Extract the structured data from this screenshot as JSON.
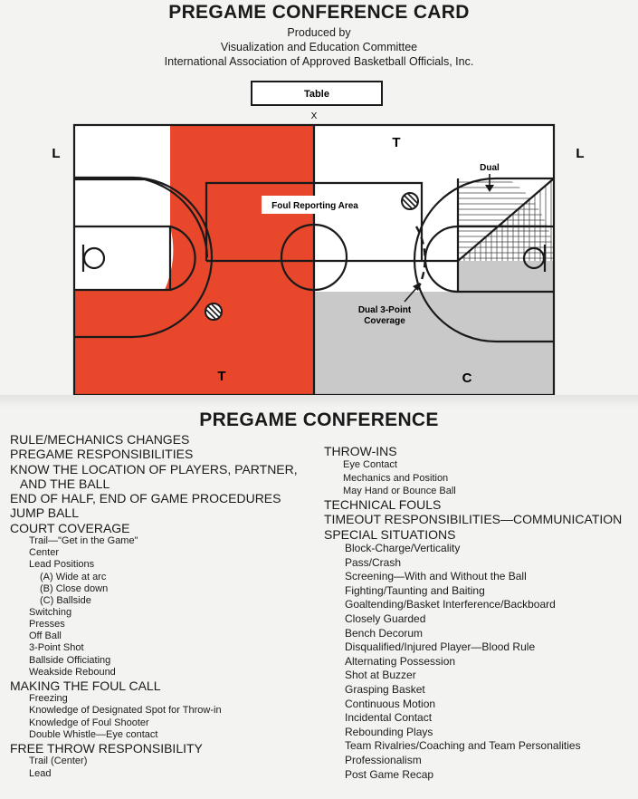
{
  "header": {
    "title": "PREGAME CONFERENCE CARD",
    "line1": "Produced by",
    "line2": "Visualization and Education Committee",
    "line3": "International Association of Approved Basketball Officials, Inc."
  },
  "court": {
    "table_label": "Table",
    "x_mark": "X",
    "left_l": "L",
    "right_l": "L",
    "top_t": "T",
    "bottom_t": "T",
    "c_label": "C",
    "dual_label": "Dual",
    "foul_area_label": "Foul Reporting Area",
    "dual3_line1": "Dual 3-Point",
    "dual3_line2": "Coverage",
    "colors": {
      "trail_zone": "#e8472b",
      "center_zone": "#c9c9c9",
      "lines": "#1a1a1a"
    }
  },
  "conference": {
    "title": "PREGAME CONFERENCE",
    "left_items": [
      {
        "level": 0,
        "text": "RULE/MECHANICS CHANGES"
      },
      {
        "level": 0,
        "text": "PREGAME RESPONSIBILITIES"
      },
      {
        "level": 0,
        "text": "KNOW THE LOCATION OF PLAYERS, PARTNER,"
      },
      {
        "level": 0,
        "text": "   AND THE BALL"
      },
      {
        "level": 0,
        "text": "END OF HALF, END OF GAME PROCEDURES"
      },
      {
        "level": 0,
        "text": "JUMP BALL"
      },
      {
        "level": 0,
        "text": "COURT COVERAGE"
      },
      {
        "level": 1,
        "text": "Trail—\"Get in the Game\""
      },
      {
        "level": 1,
        "text": "Center"
      },
      {
        "level": 1,
        "text": "Lead Positions"
      },
      {
        "level": 2,
        "text": "(A)  Wide at arc"
      },
      {
        "level": 2,
        "text": "(B)  Close down"
      },
      {
        "level": 2,
        "text": "(C)  Ballside"
      },
      {
        "level": 1,
        "text": "Switching"
      },
      {
        "level": 1,
        "text": "Presses"
      },
      {
        "level": 1,
        "text": "Off Ball"
      },
      {
        "level": 1,
        "text": "3-Point Shot"
      },
      {
        "level": 1,
        "text": "Ballside Officiating"
      },
      {
        "level": 1,
        "text": "Weakside Rebound"
      },
      {
        "level": 0,
        "text": "MAKING THE FOUL CALL"
      },
      {
        "level": 1,
        "text": "Freezing"
      },
      {
        "level": 1,
        "text": "Knowledge of Designated Spot for Throw-in"
      },
      {
        "level": 1,
        "text": "Knowledge of Foul Shooter"
      },
      {
        "level": 1,
        "text": "Double Whistle—Eye contact"
      },
      {
        "level": 0,
        "text": "FREE THROW RESPONSIBILITY"
      },
      {
        "level": 1,
        "text": "Trail (Center)"
      },
      {
        "level": 1,
        "text": "Lead"
      }
    ],
    "right_items": [
      {
        "level": 0,
        "text": "THROW-INS"
      },
      {
        "level": 1,
        "text": "Eye Contact"
      },
      {
        "level": 1,
        "text": "Mechanics and Position"
      },
      {
        "level": 1,
        "text": "May Hand or Bounce Ball"
      },
      {
        "level": 0,
        "text": "TECHNICAL FOULS"
      },
      {
        "level": 0,
        "text": "TIMEOUT RESPONSIBILITIES—COMMUNICATION"
      },
      {
        "level": 0,
        "text": "SPECIAL SITUATIONS"
      },
      {
        "level": 2,
        "text": "Block-Charge/Verticality"
      },
      {
        "level": 2,
        "text": "Pass/Crash"
      },
      {
        "level": 2,
        "text": "Screening—With and Without the Ball"
      },
      {
        "level": 2,
        "text": "Fighting/Taunting and Baiting"
      },
      {
        "level": 2,
        "text": "Goaltending/Basket Interference/Backboard"
      },
      {
        "level": 2,
        "text": "Closely Guarded"
      },
      {
        "level": 2,
        "text": "Bench Decorum"
      },
      {
        "level": 2,
        "text": "Disqualified/Injured Player—Blood Rule"
      },
      {
        "level": 2,
        "text": "Alternating Possession"
      },
      {
        "level": 2,
        "text": "Shot at Buzzer"
      },
      {
        "level": 2,
        "text": "Grasping Basket"
      },
      {
        "level": 2,
        "text": "Continuous Motion"
      },
      {
        "level": 2,
        "text": "Incidental Contact"
      },
      {
        "level": 2,
        "text": "Rebounding Plays"
      },
      {
        "level": 2,
        "text": "Team Rivalries/Coaching and Team Personalities"
      },
      {
        "level": 2,
        "text": "Professionalism"
      },
      {
        "level": 2,
        "text": "Post Game Recap"
      }
    ]
  }
}
